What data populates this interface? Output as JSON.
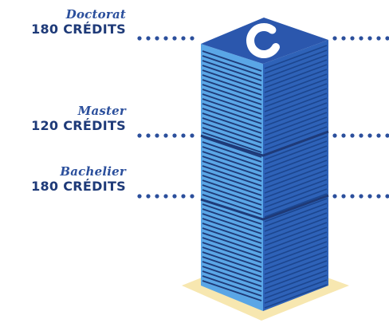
{
  "levels": [
    {
      "degree": "Doctorat",
      "credits": "180 CRÉDITS"
    },
    {
      "degree": "Master",
      "credits": "120 CRÉDITS"
    },
    {
      "degree": "Bachelier",
      "credits": "180 CRÉDITS"
    }
  ],
  "logo": {
    "letter": "C",
    "icon": "c-logo-icon"
  },
  "colors": {
    "navy": "#1e3a78",
    "dots": "#2b4f9c",
    "front_face": "#5aa6e6",
    "side_face": "#2e62b8",
    "top_face": "#2b57ad",
    "base": "#f7e7b0"
  }
}
